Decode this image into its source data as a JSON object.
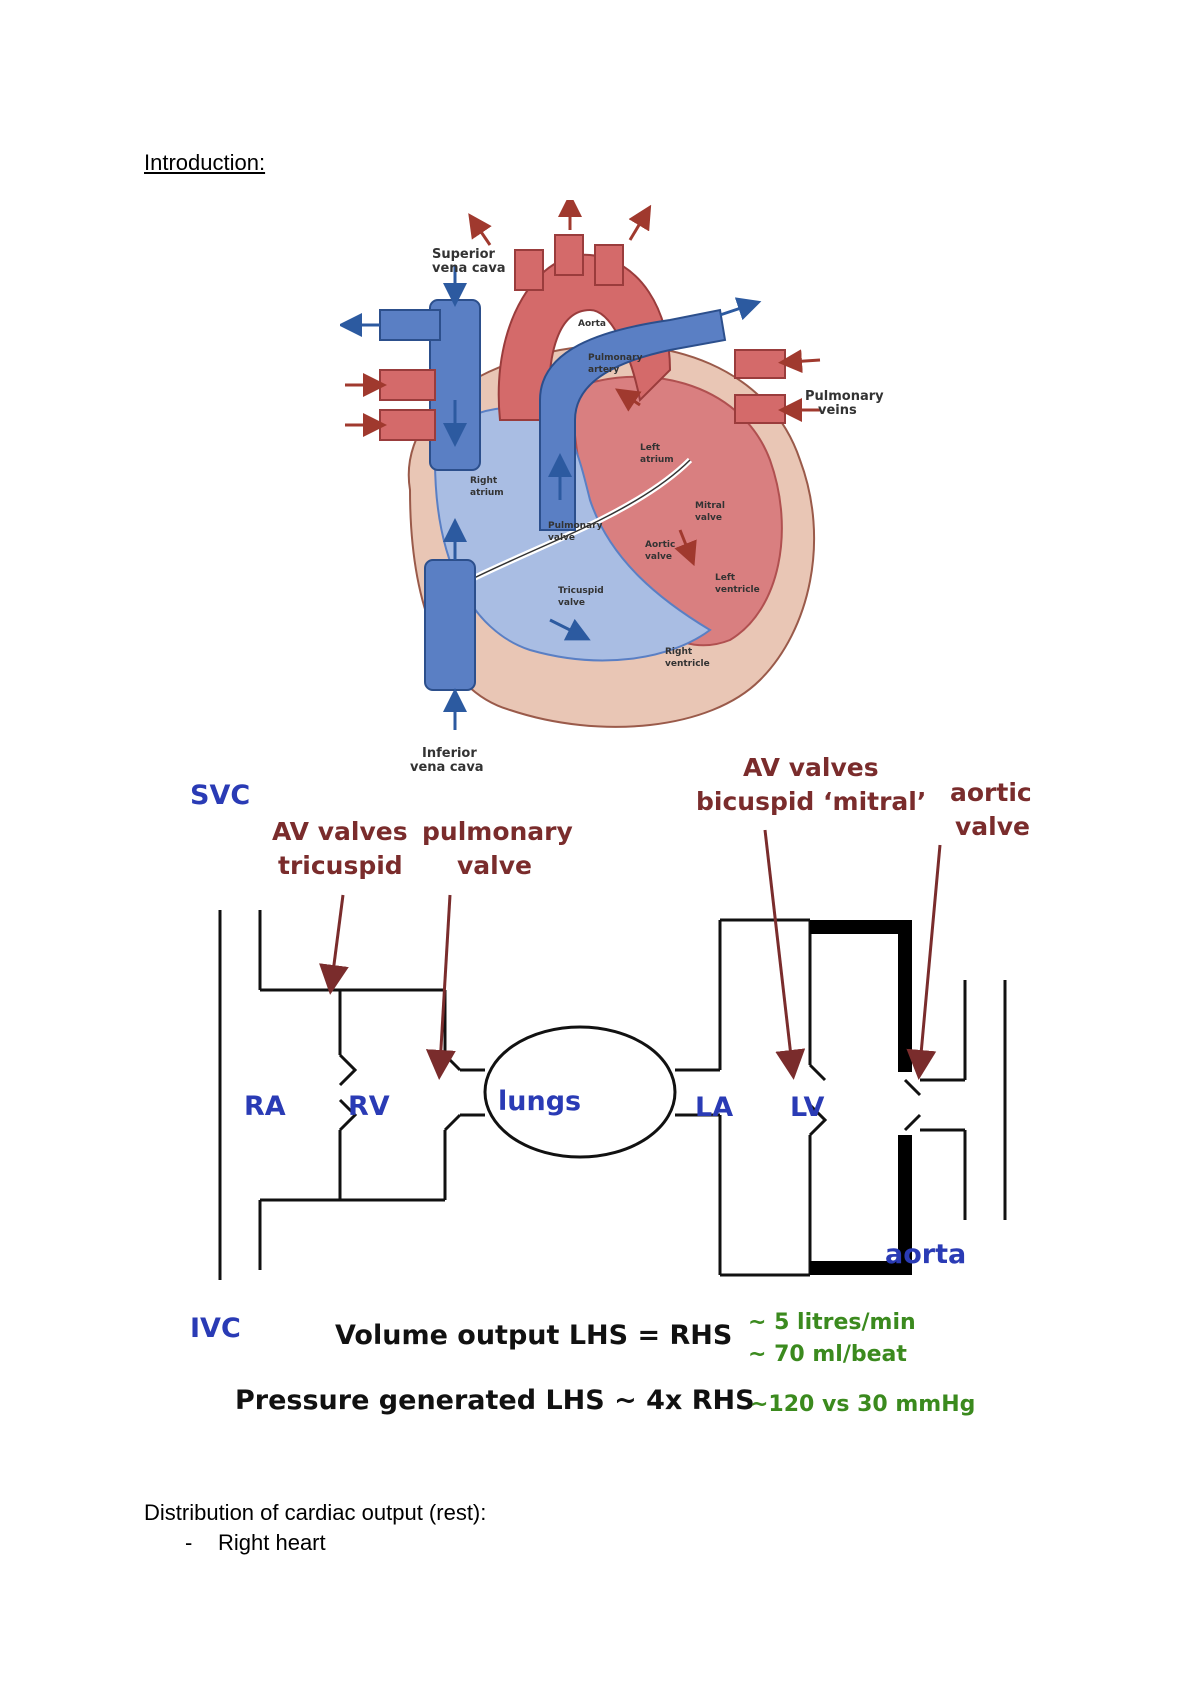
{
  "document": {
    "heading": "Introduction:",
    "distribution_heading": "Distribution of cardiac output (rest):",
    "list_items": [
      {
        "bullet": "-",
        "text": "Right heart"
      }
    ]
  },
  "heart_figure": {
    "labels": {
      "superior_vena_cava": "Superior\nvena cava",
      "aorta": "Aorta",
      "pulmonary_artery": "Pulmonary\nartery",
      "pulmonary_veins": "Pulmonary\nveins",
      "left_atrium": "Left\natrium",
      "right_atrium": "Right\natrium",
      "mitral_valve": "Mitral\nvalve",
      "pulmonary_valve": "Pulmonary\nvalve",
      "aortic_valve": "Aortic\nvalve",
      "left_ventricle": "Left\nventricle",
      "tricuspid_valve": "Tricuspid\nvalve",
      "right_ventricle": "Right\nventricle",
      "inferior_vena_cava": "Inferior\nvena cava"
    },
    "colors": {
      "deoxygenated": "#5a7fc4",
      "oxygenated": "#d46a6a",
      "wall": "#e9c6b5",
      "arrow_blue": "#2c5aa0",
      "arrow_red": "#a0392e"
    }
  },
  "schematic": {
    "labels": {
      "svc": "SVC",
      "ivc": "IVC",
      "ra": "RA",
      "rv": "RV",
      "lungs": "lungs",
      "la": "LA",
      "lv": "LV",
      "aorta": "aorta",
      "av_valves_tricuspid_1": "AV valves",
      "av_valves_tricuspid_2": "tricuspid",
      "pulmonary_valve_1": "pulmonary",
      "pulmonary_valve_2": "valve",
      "av_valves_mitral_1": "AV valves",
      "av_valves_mitral_2": "bicuspid ‘mitral’",
      "aortic_valve_1": "aortic",
      "aortic_valve_2": "valve"
    },
    "summary": {
      "volume_label": "Volume output  LHS = RHS",
      "volume_value_1": "~ 5 litres/min",
      "volume_value_2": "~ 70 ml/beat",
      "pressure_label": "Pressure generated LHS ~ 4x RHS",
      "pressure_value": "~120 vs 30 mmHg"
    },
    "colors": {
      "chamber_label": "#2a3bb5",
      "annotation": "#7a2c2c",
      "value": "#3b8a1e",
      "line": "#111111"
    }
  }
}
